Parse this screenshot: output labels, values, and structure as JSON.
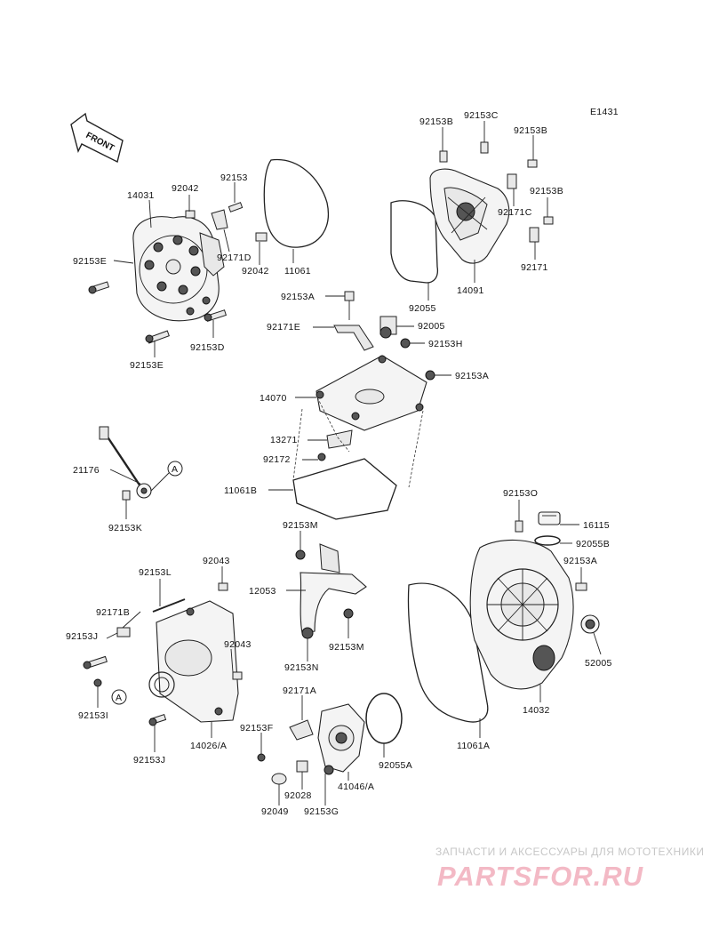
{
  "diagram_code": "E1431",
  "front_arrow_label": "FRONT",
  "callout_marker": "A",
  "labels": {
    "p92153B_1": "92153B",
    "p92153C": "92153C",
    "p92153B_2": "92153B",
    "p92153B_3": "92153B",
    "p92171C": "92171C",
    "p92171_1": "92171",
    "p14091": "14091",
    "p92055": "92055",
    "p14031": "14031",
    "p92042_1": "92042",
    "p92153_1": "92153",
    "p92171D": "92171D",
    "p92042_2": "92042",
    "p11061": "11061",
    "p92153E_1": "92153E",
    "p92153E_2": "92153E",
    "p92153D": "92153D",
    "p92153A_1": "92153A",
    "p92171E": "92171E",
    "p92005": "92005",
    "p92153H": "92153H",
    "p92153A_2": "92153A",
    "p14070": "14070",
    "p13271": "13271",
    "p92172": "92172",
    "p11061B": "11061B",
    "p21176": "21176",
    "p92153K": "92153K",
    "p92153O": "92153O",
    "p16115": "16115",
    "p92055B": "92055B",
    "p92153A_3": "92153A",
    "p52005": "52005",
    "p14032": "14032",
    "p11061A": "11061A",
    "p92153M_1": "92153M",
    "p12053": "12053",
    "p92153M_2": "92153M",
    "p92153N": "92153N",
    "p92153L": "92153L",
    "p92043_1": "92043",
    "p92171B": "92171B",
    "p92153J_1": "92153J",
    "p92043_2": "92043",
    "p92153I": "92153I",
    "p92153J_2": "92153J",
    "p14026A": "14026/A",
    "p92171A": "92171A",
    "p92153F": "92153F",
    "p92055A": "92055A",
    "p41046A": "41046/A",
    "p92028": "92028",
    "p92049": "92049",
    "p92153G": "92153G"
  },
  "watermark": {
    "tagline": "ЗАПЧАСТИ И АКСЕССУАРЫ ДЛЯ МОТОТЕХНИКИ",
    "brand": "PARTSFOR.RU",
    "color": "#f3b9c5"
  }
}
